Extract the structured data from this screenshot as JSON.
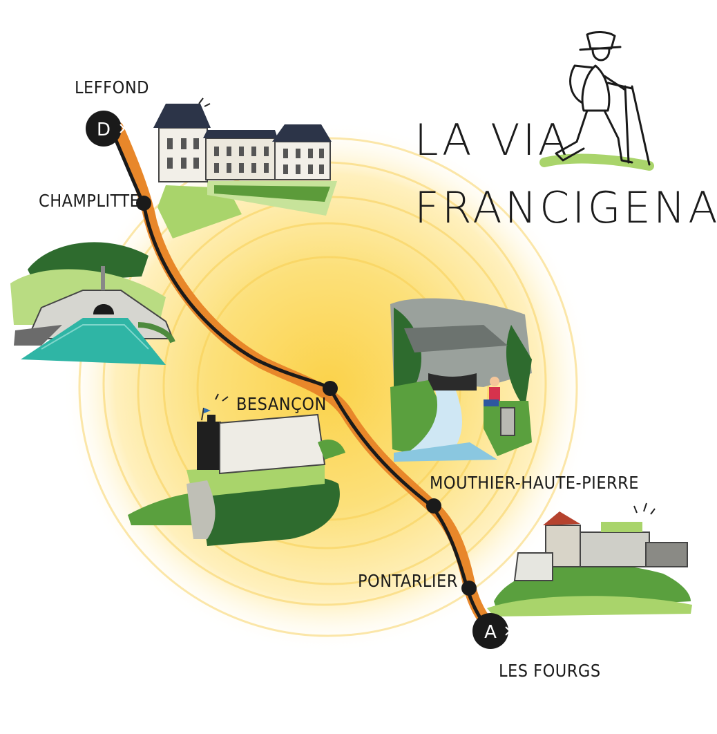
{
  "title": {
    "line1": "LA VIA",
    "line2": "FRANCIGENA"
  },
  "start_marker": "D",
  "end_marker": "A",
  "places": {
    "leffond": "LEFFOND",
    "champlitte": "CHAMPLITTE",
    "besancon": "BESANÇON",
    "mouthier": "MOUTHIER-HAUTE-PIERRE",
    "pontarlier": "PONTARLIER",
    "les_fourgs": "LES FOURGS"
  },
  "colors": {
    "route_orange": "#e8872a",
    "route_line": "#1a1a1a",
    "sun_yellow": "#fbd75a",
    "sun_glow": "#fff3c2",
    "green_light": "#a9d46b",
    "green_dark": "#2e6b2e",
    "water_teal": "#2fb5a5"
  }
}
